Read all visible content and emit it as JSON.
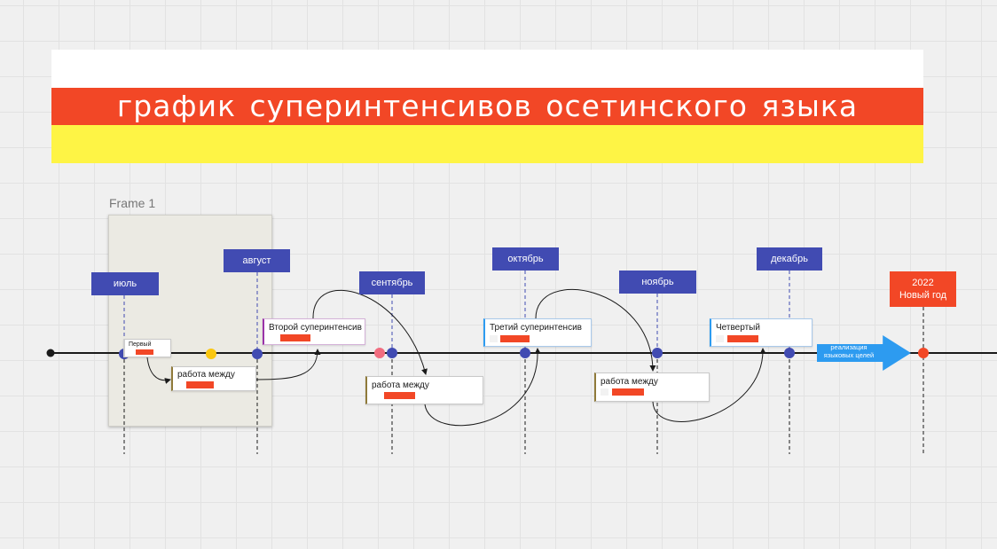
{
  "banner": {
    "title": "график суперинтенсивов осетинского языка",
    "colors": {
      "white": "#ffffff",
      "red": "#f24726",
      "yellow": "#fef445"
    }
  },
  "frame": {
    "label": "Frame 1"
  },
  "months": {
    "july": "июль",
    "august": "август",
    "september": "сентябрь",
    "october": "октябрь",
    "november": "ноябрь",
    "december": "декабрь"
  },
  "new_year": {
    "year": "2022",
    "label": "Новый год"
  },
  "cards": {
    "first": "Первый",
    "work_between_1": "работа между",
    "second": "Второй суперинтенсив",
    "work_between_2": "работа между",
    "third": "Третий суперинтенсив",
    "work_between_3": "работа между",
    "fourth": "Четвертый"
  },
  "goal": {
    "label": "реализация языковых целей"
  },
  "colors": {
    "month_tag": "#414bb2",
    "timeline": "#1a1a1a",
    "node_blue": "#414bb2",
    "node_yellow": "#fac710",
    "node_pink": "#f16c7f",
    "accent_red": "#f24726",
    "goal_arrow": "#2d9bf0"
  }
}
